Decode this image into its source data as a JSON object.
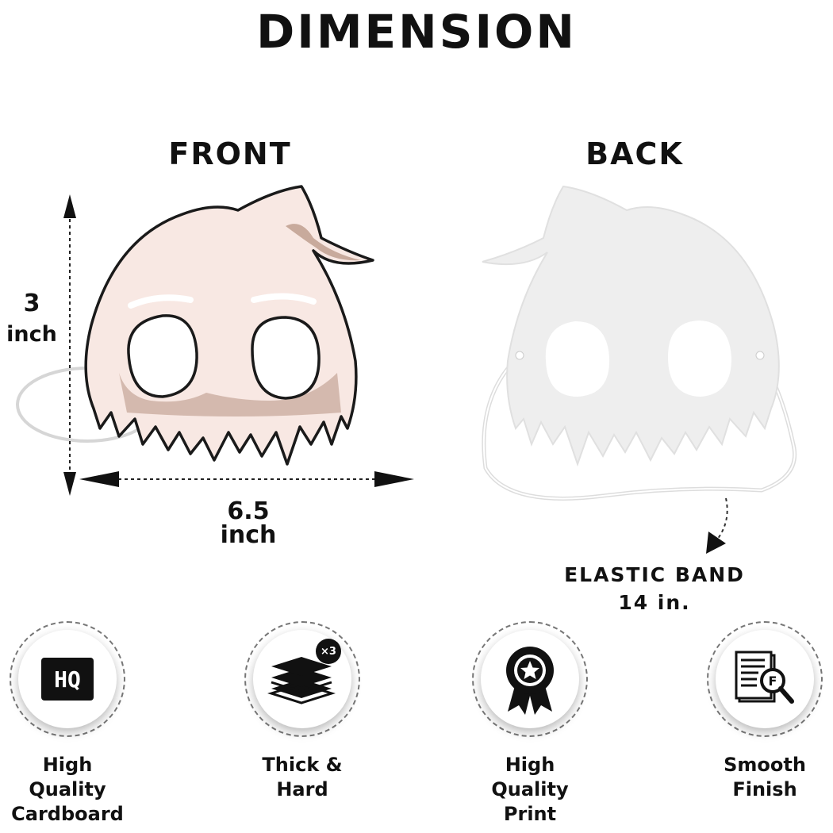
{
  "title": "DIMENSION",
  "front": {
    "label": "FRONT",
    "height_value": "3",
    "height_unit": "inch",
    "width_value": "6.5",
    "width_unit": "inch"
  },
  "back": {
    "label": "BACK",
    "elastic_label": "ELASTIC BAND",
    "elastic_length": "14 in."
  },
  "features": [
    {
      "label": "High\nQuality\nCardboard",
      "icon": "hq-icon",
      "badge": "HQ"
    },
    {
      "label": "Thick &\nHard",
      "icon": "layers-icon",
      "badge": "×3"
    },
    {
      "label": "High\nQuality\nPrint",
      "icon": "award-ribbon-icon"
    },
    {
      "label": "Smooth\nFinish",
      "icon": "document-magnifier-icon"
    }
  ],
  "colors": {
    "front_mask": "#f8e8e3",
    "front_shading": "#c8aa9c",
    "back_mask": "#eeeeee",
    "text": "#111111"
  }
}
